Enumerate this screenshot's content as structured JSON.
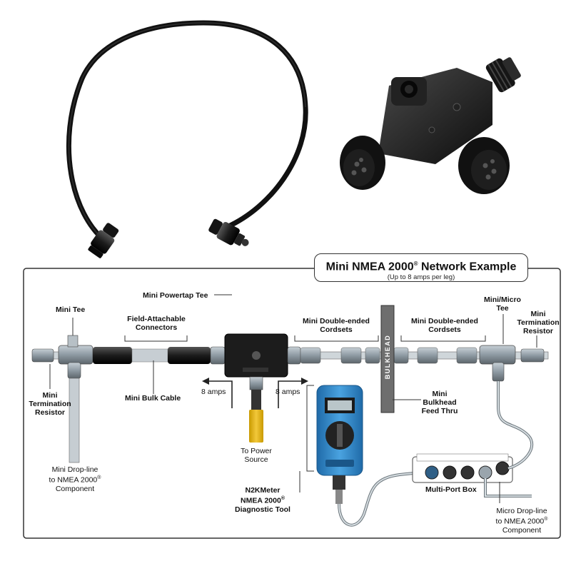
{
  "diagram": {
    "title": "Mini NMEA 2000",
    "title_mark": "®",
    "title_suffix": " Network Example",
    "subtitle": "(Up to 8 amps per leg)",
    "labels": {
      "mini_tee": "Mini Tee",
      "mini_powertap_tee": "Mini Powertap Tee",
      "field_attachable_1": "Field-Attachable",
      "field_attachable_2": "Connectors",
      "mini_double_ended_1a": "Mini Double-ended",
      "mini_double_ended_1b": "Cordsets",
      "mini_double_ended_2a": "Mini Double-ended",
      "mini_double_ended_2b": "Cordsets",
      "mini_micro_tee_1": "Mini/Micro",
      "mini_micro_tee_2": "Tee",
      "mini_term_right_1": "Mini",
      "mini_term_right_2": "Termination",
      "mini_term_right_3": "Resistor",
      "mini_term_left_1": "Mini",
      "mini_term_left_2": "Termination",
      "mini_term_left_3": "Resistor",
      "mini_bulk_cable": "Mini Bulk Cable",
      "amps_left": "8 amps",
      "amps_right": "8 amps",
      "bulkhead_text": "BULKHEAD",
      "mini_bulkhead_1": "Mini",
      "mini_bulkhead_2": "Bulkhead",
      "mini_bulkhead_3": "Feed Thru",
      "power_source_1": "To Power",
      "power_source_2": "Source",
      "mini_drop_1": "Mini Drop-line",
      "mini_drop_2": "to NMEA 2000",
      "mini_drop_3": "Component",
      "n2k_1": "N2KMeter",
      "n2k_2": "NMEA 2000",
      "n2k_3": "Diagnostic Tool",
      "multi_port": "Multi-Port Box",
      "micro_drop_1": "Micro Drop-line",
      "micro_drop_2": "to NMEA 2000",
      "micro_drop_3": "Component",
      "reg_mark": "®"
    }
  },
  "colors": {
    "cable": "#1a1a1a",
    "connector_gray": "#9aa5ad",
    "tool_blue": "#2f86c8",
    "power_yellow": "#e8b818",
    "bulkhead": "#6e6e6e"
  }
}
